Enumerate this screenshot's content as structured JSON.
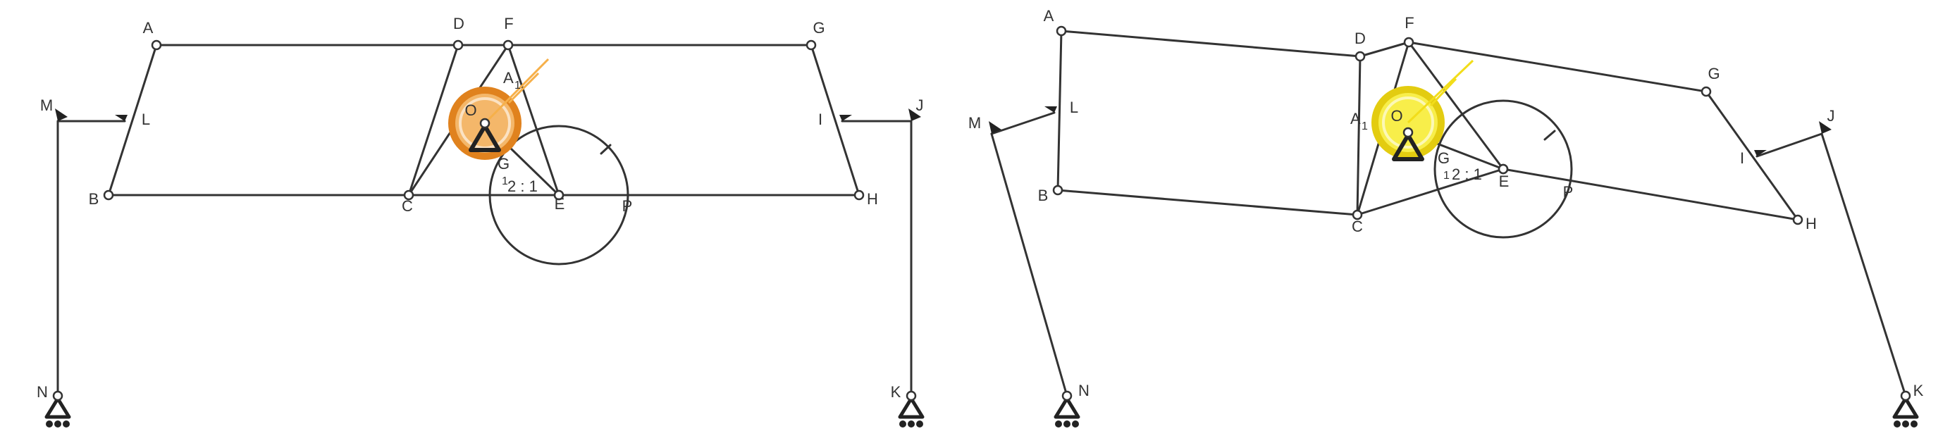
{
  "colors": {
    "line": "#333333",
    "joint_fill": "#ffffff",
    "motor_left_ring": "#e0821e",
    "motor_left_fill": "#f4b76a",
    "motor_left_ray": "#f6b04a",
    "motor_right_ring": "#e3cc10",
    "motor_right_fill": "#f8ee4a",
    "motor_right_ray": "#f2dd1a"
  },
  "panels": [
    {
      "id": "left",
      "point_labels": {
        "A": "A",
        "D": "D",
        "F": "F",
        "G": "G",
        "M": "M",
        "L": "L",
        "O": "O",
        "I": "I",
        "J": "J",
        "B": "B",
        "C": "C",
        "E": "E",
        "P": "P",
        "H": "H",
        "N": "N",
        "K": "K"
      },
      "a1_label": "A",
      "a1_sub": "1",
      "g1_label": "G",
      "g1_sub": "1",
      "ratio": "2 : 1"
    },
    {
      "id": "right",
      "point_labels": {
        "A": "A",
        "D": "D",
        "F": "F",
        "G": "G",
        "M": "M",
        "L": "L",
        "O": "O",
        "I": "I",
        "J": "J",
        "B": "B",
        "C": "C",
        "E": "E",
        "P": "P",
        "H": "H",
        "N": "N",
        "K": "K"
      },
      "a1_label": "A",
      "a1_sub": "1",
      "g1_label": "G",
      "g1_sub": "1",
      "ratio": "2 : 1"
    }
  ]
}
